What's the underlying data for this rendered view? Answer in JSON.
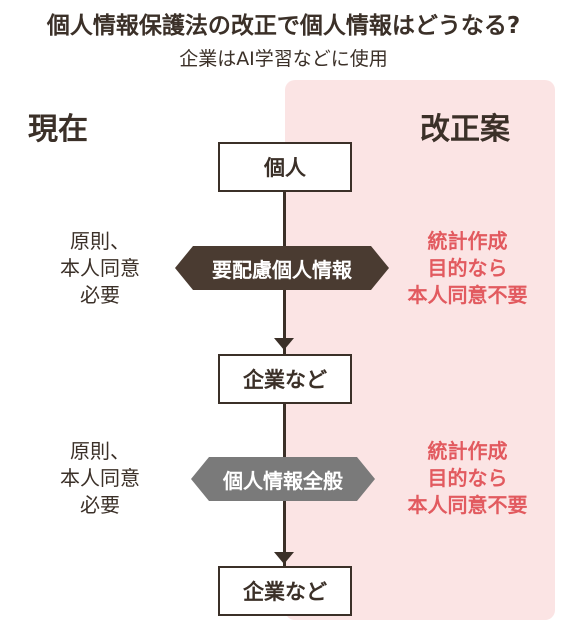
{
  "header": {
    "title": "個人情報保護法の改正で個人情報はどうなる?",
    "subtitle": "企業はAI学習などに使用"
  },
  "columns": {
    "current": "現在",
    "proposal": "改正案"
  },
  "flow": {
    "node_person": "個人",
    "node_company_1": "企業など",
    "node_company_2": "企業など",
    "label_sensitive": "要配慮個人情報",
    "label_general": "個人情報全般"
  },
  "current_rule_1": [
    "原則、",
    "本人同意",
    "必要"
  ],
  "current_rule_2": [
    "原則、",
    "本人同意",
    "必要"
  ],
  "proposal_rule_1": [
    "統計作成",
    "目的なら",
    "本人同意不要"
  ],
  "proposal_rule_2": [
    "統計作成",
    "目的なら",
    "本人同意不要"
  ],
  "colors": {
    "dark": "#3b3028",
    "accent_red": "#e25a5f",
    "panel_pink": "#fbe4e4",
    "hex_dark": "#4a3b31",
    "hex_gray": "#7a7a7a"
  }
}
